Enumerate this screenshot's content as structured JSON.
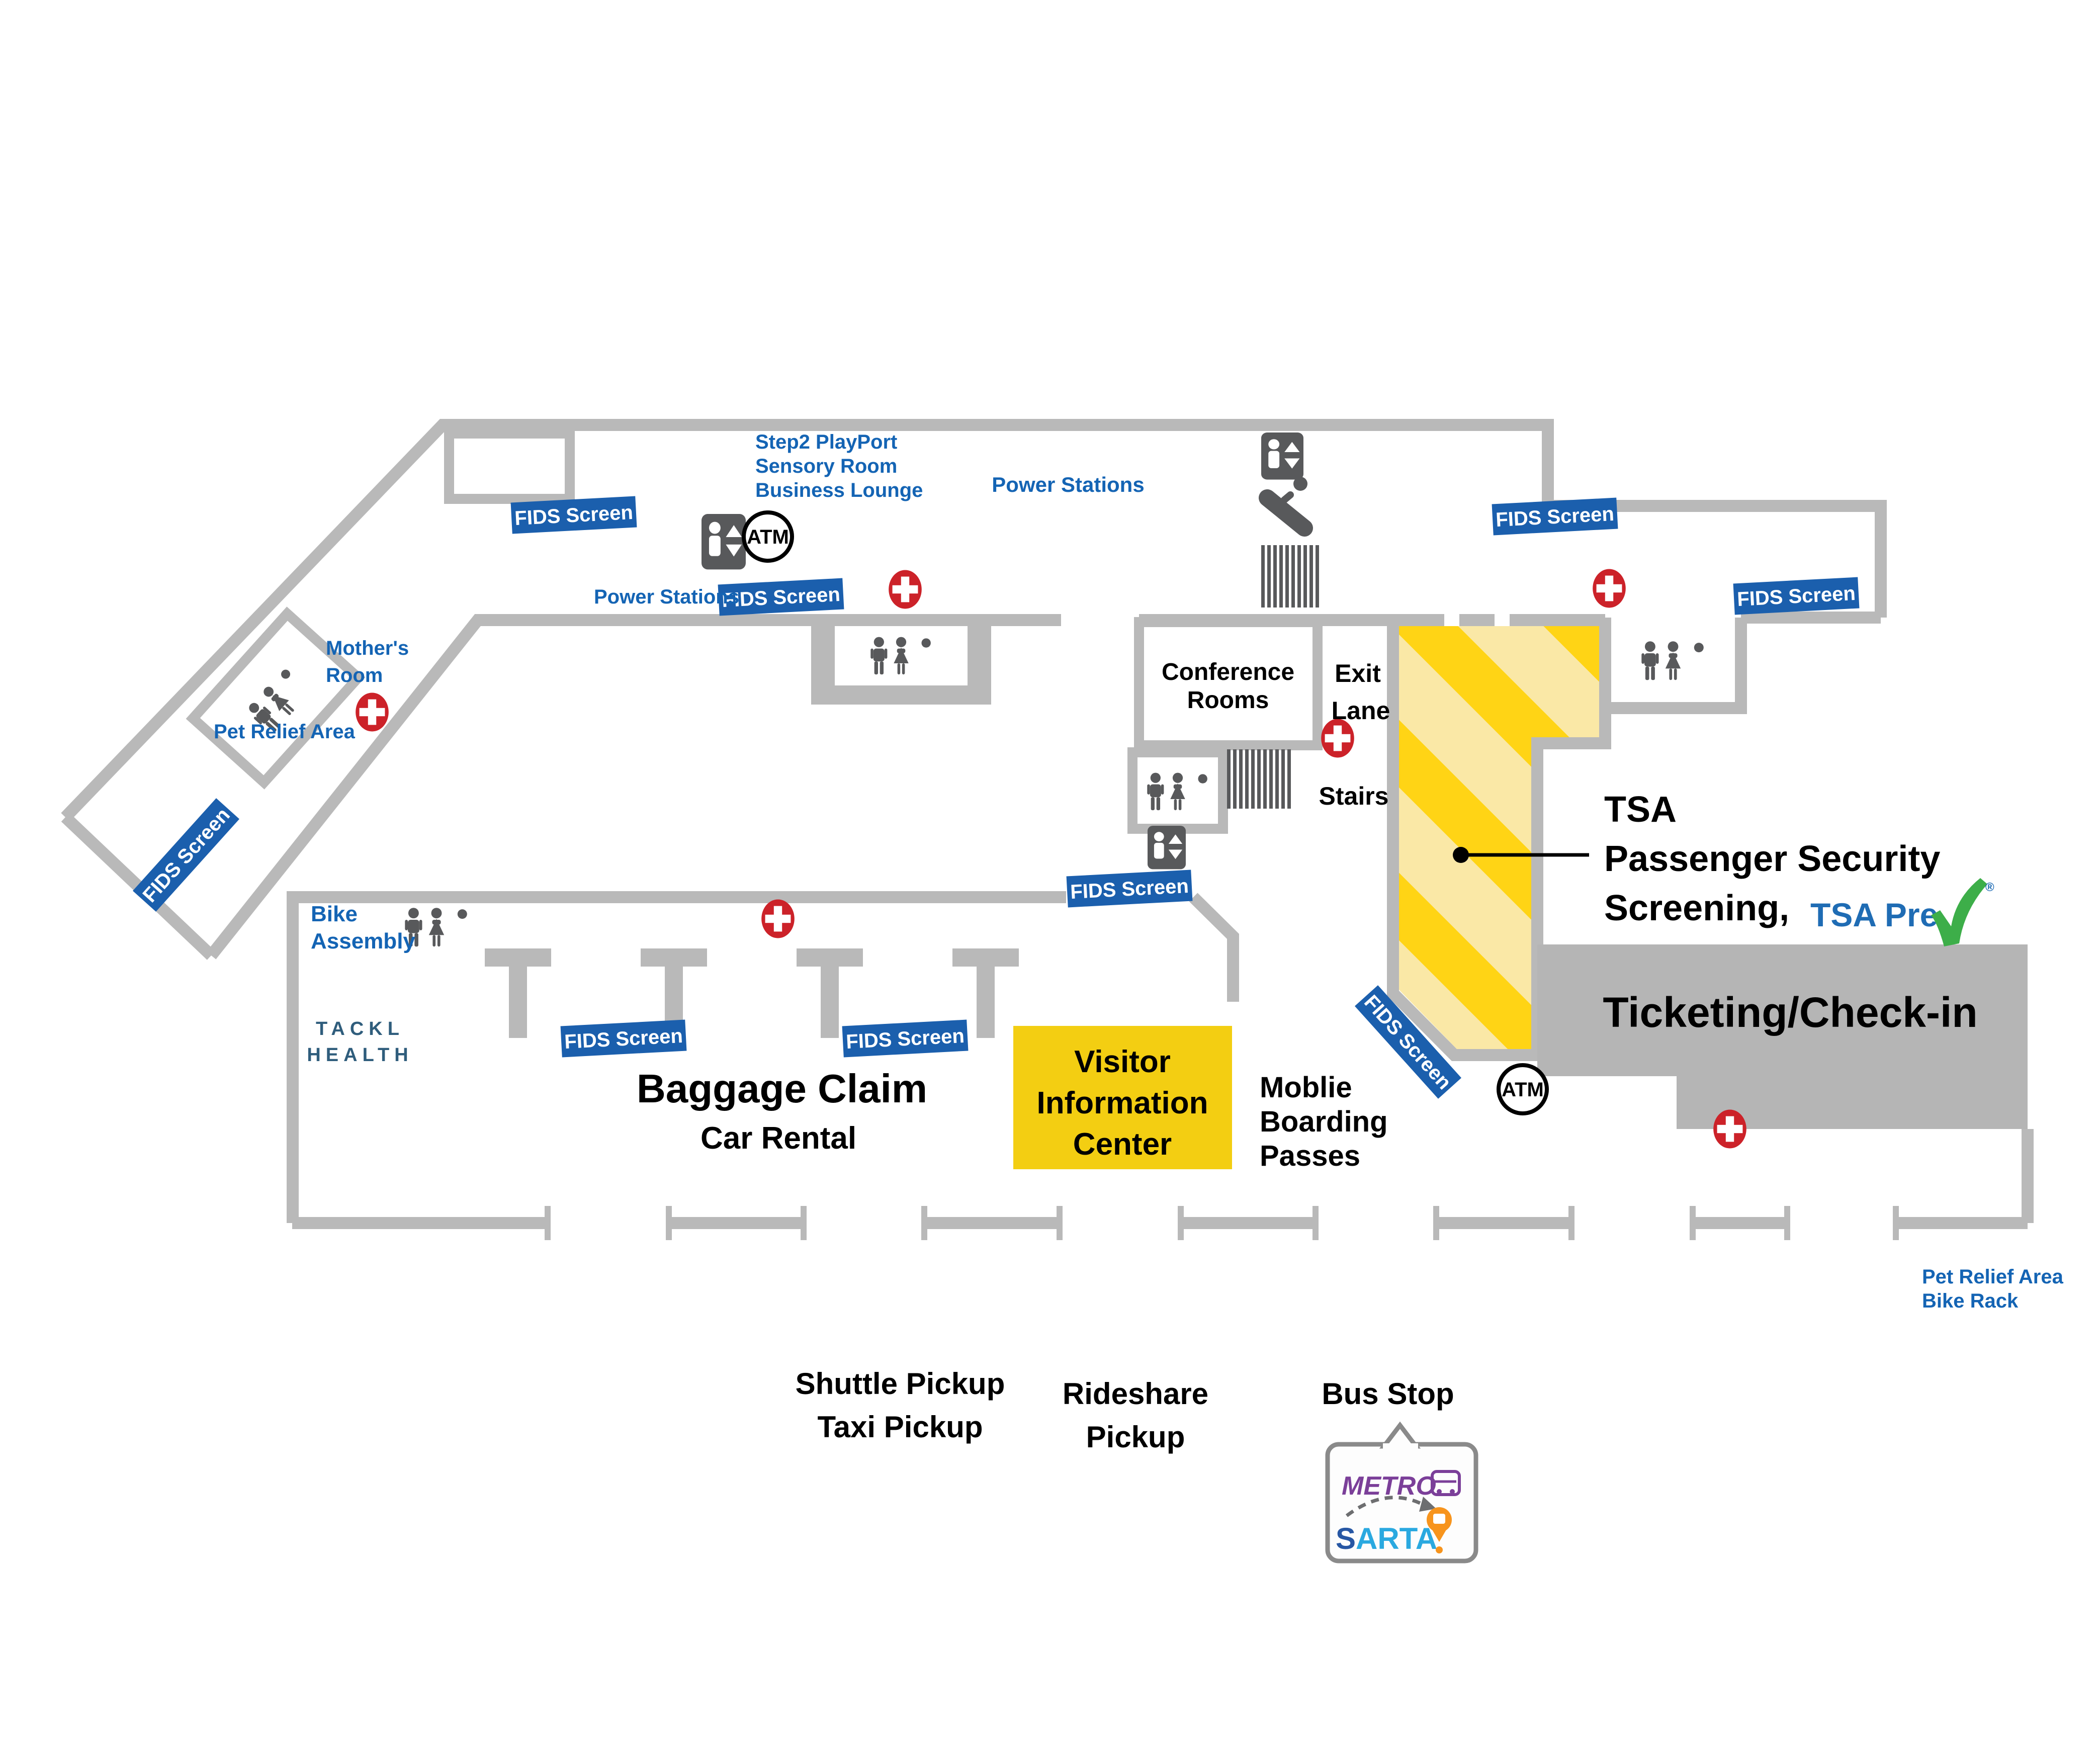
{
  "labels": {
    "fids": "FIDS Screen",
    "atm": "ATM"
  },
  "facilities": {
    "step2": [
      "Step2 PlayPort",
      "Sensory Room",
      "Business Lounge"
    ],
    "power_stations_top": "Power Stations",
    "power_stations_left": "Power Stations",
    "mothers_room": [
      "Mother's",
      "Room"
    ],
    "pet_relief_left": "Pet Relief Area",
    "bike_assembly": [
      "Bike",
      "Assembly"
    ],
    "tackl": [
      "TACKL",
      "HEALTH"
    ],
    "conference": [
      "Conference",
      "Rooms"
    ],
    "exit_lane": [
      "Exit",
      "Lane"
    ],
    "stairs": "Stairs",
    "baggage_claim": "Baggage Claim",
    "car_rental": "Car Rental",
    "visitor_info": [
      "Visitor",
      "Information",
      "Center"
    ],
    "mobile_boarding": [
      "Moblie",
      "Boarding",
      "Passes"
    ],
    "tsa": [
      "TSA",
      "Passenger Security",
      "Screening,"
    ],
    "tsa_pre": "TSA Pre",
    "tsa_reg": "®",
    "ticketing": "Ticketing/Check-in",
    "shuttle": [
      "Shuttle Pickup",
      "Taxi Pickup"
    ],
    "rideshare": [
      "Rideshare",
      "Pickup"
    ],
    "bus_stop": "Bus Stop",
    "metro": "METRO",
    "sarta": {
      "s": "S",
      "arta": "ARTA",
      "bang": "!"
    },
    "pet_relief_right": [
      "Pet Relief Area",
      "Bike Rack"
    ]
  },
  "colors": {
    "wall": "#b9b9b9",
    "blue": "#1464b4",
    "banner": "#1b5fad",
    "yellow_gold": "#ffd415",
    "yellow_pale": "#fae8a6",
    "ticket_gray": "#b5b5b5",
    "cross": "#cc2229",
    "icon_gray": "#58595b",
    "visitor_yellow": "#f3ce12",
    "tackl": "#2f5d7c",
    "metro_purple": "#7b3f99",
    "sarta_blue1": "#2757a4",
    "sarta_blue2": "#2aa9e0",
    "sarta_orange": "#f7941d",
    "tsa_pre_blue": "#1f6cb4",
    "check_green": "#3dae49"
  }
}
